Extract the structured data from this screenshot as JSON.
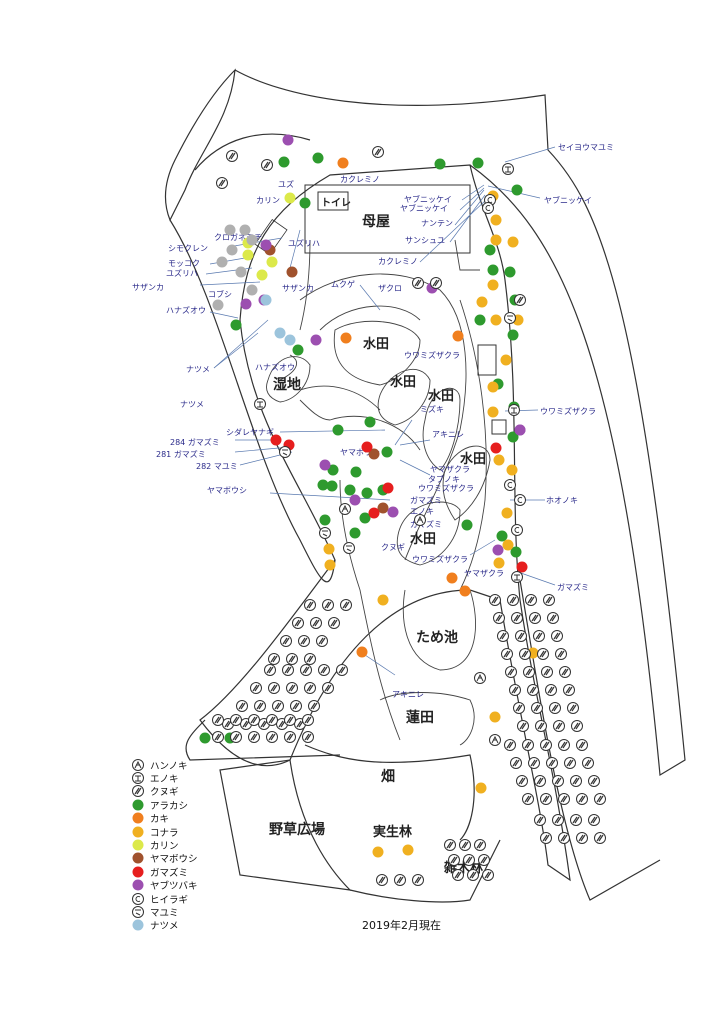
{
  "areas": {
    "omoya": "母屋",
    "toilet": "トイレ",
    "shitchi": "湿地",
    "suiden": "水田",
    "tameike": "ため池",
    "hasuda": "蓮田",
    "hatake": "畑",
    "yasou": "野草広場",
    "miseirin": "実生林",
    "zoukirin": "雑木林"
  },
  "labels": {
    "seiyoumayumi": "セイヨウマユミ",
    "yabunikkei": "ヤブニッケイ",
    "yuzu": "ユズ",
    "kakureminoA": "カクレミノ",
    "karin": "カリン",
    "kuroganemochi": "クロガネモチ",
    "shimokuren": "シモクレン",
    "mokkoku": "モッコク",
    "yuzuriha": "ユズリハ",
    "sazanka": "サザンカ",
    "kobushi": "コブシ",
    "hanazuou": "ハナズオウ",
    "natsume": "ナツメ",
    "mukuge": "ムクゲ",
    "zakuro": "ザクロ",
    "nanten": "ナンテン",
    "sanshuyu": "サンシュユ",
    "uwamizuzakura": "ウワミズザクラ",
    "mizuki": "ミズキ",
    "shidareyanagi": "シダレヤナギ",
    "gamazumi284": "284 ガマズミ",
    "gamazumi281": "281 ガマズミ",
    "mayumi282": "282 マユミ",
    "yamaboushi": "ヤマボウシ",
    "akinire": "アキニレ",
    "yamazakura": "ヤマザクラ",
    "tabunoki": "タブノキ",
    "gamazumi": "ガマズミ",
    "enoki": "エノキ",
    "hoonoki": "ホオノキ",
    "kunugi": "クヌギ"
  },
  "legend": [
    {
      "label": "ハンノキ",
      "icon": "alder-icon",
      "color": "#333333"
    },
    {
      "label": "エノキ",
      "icon": "hackberry-icon",
      "color": "#333333"
    },
    {
      "label": "クヌギ",
      "icon": "sawtooth-oak-icon",
      "color": "#333333"
    },
    {
      "label": "アラカシ",
      "icon": "green-dot",
      "color": "#2e9a2e"
    },
    {
      "label": "カキ",
      "icon": "orange-dot",
      "color": "#f07f1e"
    },
    {
      "label": "コナラ",
      "icon": "gold-dot",
      "color": "#f0b020"
    },
    {
      "label": "カリン",
      "icon": "lime-dot",
      "color": "#dce94a"
    },
    {
      "label": "ヤマボウシ",
      "icon": "brown-dot",
      "color": "#a0522d"
    },
    {
      "label": "ガマズミ",
      "icon": "red-dot",
      "color": "#e61e1e"
    },
    {
      "label": "ヤブツバキ",
      "icon": "purple-dot",
      "color": "#9c4fb0"
    },
    {
      "label": "ヒイラギ",
      "icon": "holly-icon",
      "color": "#333333"
    },
    {
      "label": "マユミ",
      "icon": "spindle-icon",
      "color": "#333333"
    },
    {
      "label": "ナツメ",
      "icon": "lightblue-dot",
      "color": "#9cc4dc"
    }
  ],
  "date": "2019年2月現在"
}
